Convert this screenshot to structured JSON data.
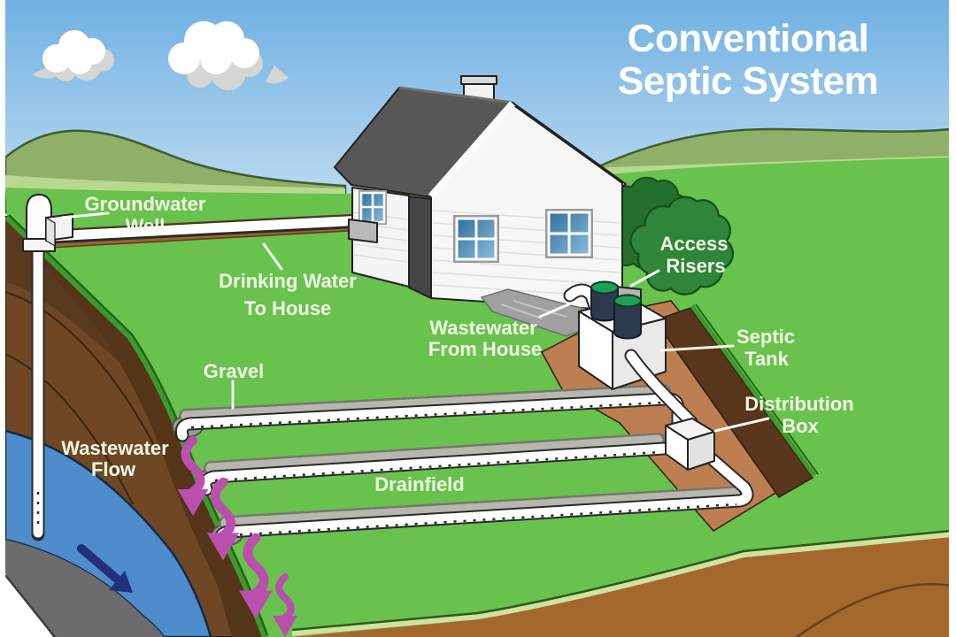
{
  "title": {
    "line1": "Conventional",
    "line2": "Septic System"
  },
  "labels": {
    "groundwater_well": {
      "line1": "Groundwater",
      "line2": "Well"
    },
    "drinking_water": {
      "line1": "Drinking Water",
      "line2": "To House"
    },
    "wastewater_from_house": {
      "line1": "Wastewater",
      "line2": "From House"
    },
    "access_risers": {
      "line1": "Access",
      "line2": "Risers"
    },
    "septic_tank": {
      "line1": "Septic",
      "line2": "Tank"
    },
    "distribution_box": {
      "line1": "Distribution",
      "line2": "Box"
    },
    "gravel": {
      "line1": "Gravel"
    },
    "drainfield": {
      "line1": "Drainfield"
    },
    "wastewater_flow": {
      "line1": "Wastewater",
      "line2": "Flow"
    }
  },
  "palette": {
    "sky-top": "#6fb1e2",
    "sky-bot": "#c9e0f3",
    "hill": "#8fb069",
    "hill-line": "#3f5d2f",
    "pale-strip": "#b9d88f",
    "grass": "#69c24d",
    "grass-sliver": "#3f9a2d",
    "soil-face": "#a4682e",
    "soil-mid": "#6f4724",
    "soil-dark": "#543518",
    "soil-top": "#5a3a1d",
    "aquifer": "#4e8ccb",
    "bedrock": "#6c6c6c",
    "trench-tan": "#bd7f52",
    "trench-dark": "#57361b",
    "dw-trench": "#9c6434",
    "roof": "#575757",
    "wall": "#f7f7f7",
    "riser-body": "#2c3a50",
    "riser-top": "#1fa057",
    "magenta": "#bb4fae",
    "navy": "#22307a",
    "label": "#f1f8e6",
    "title": "#ffffff"
  }
}
